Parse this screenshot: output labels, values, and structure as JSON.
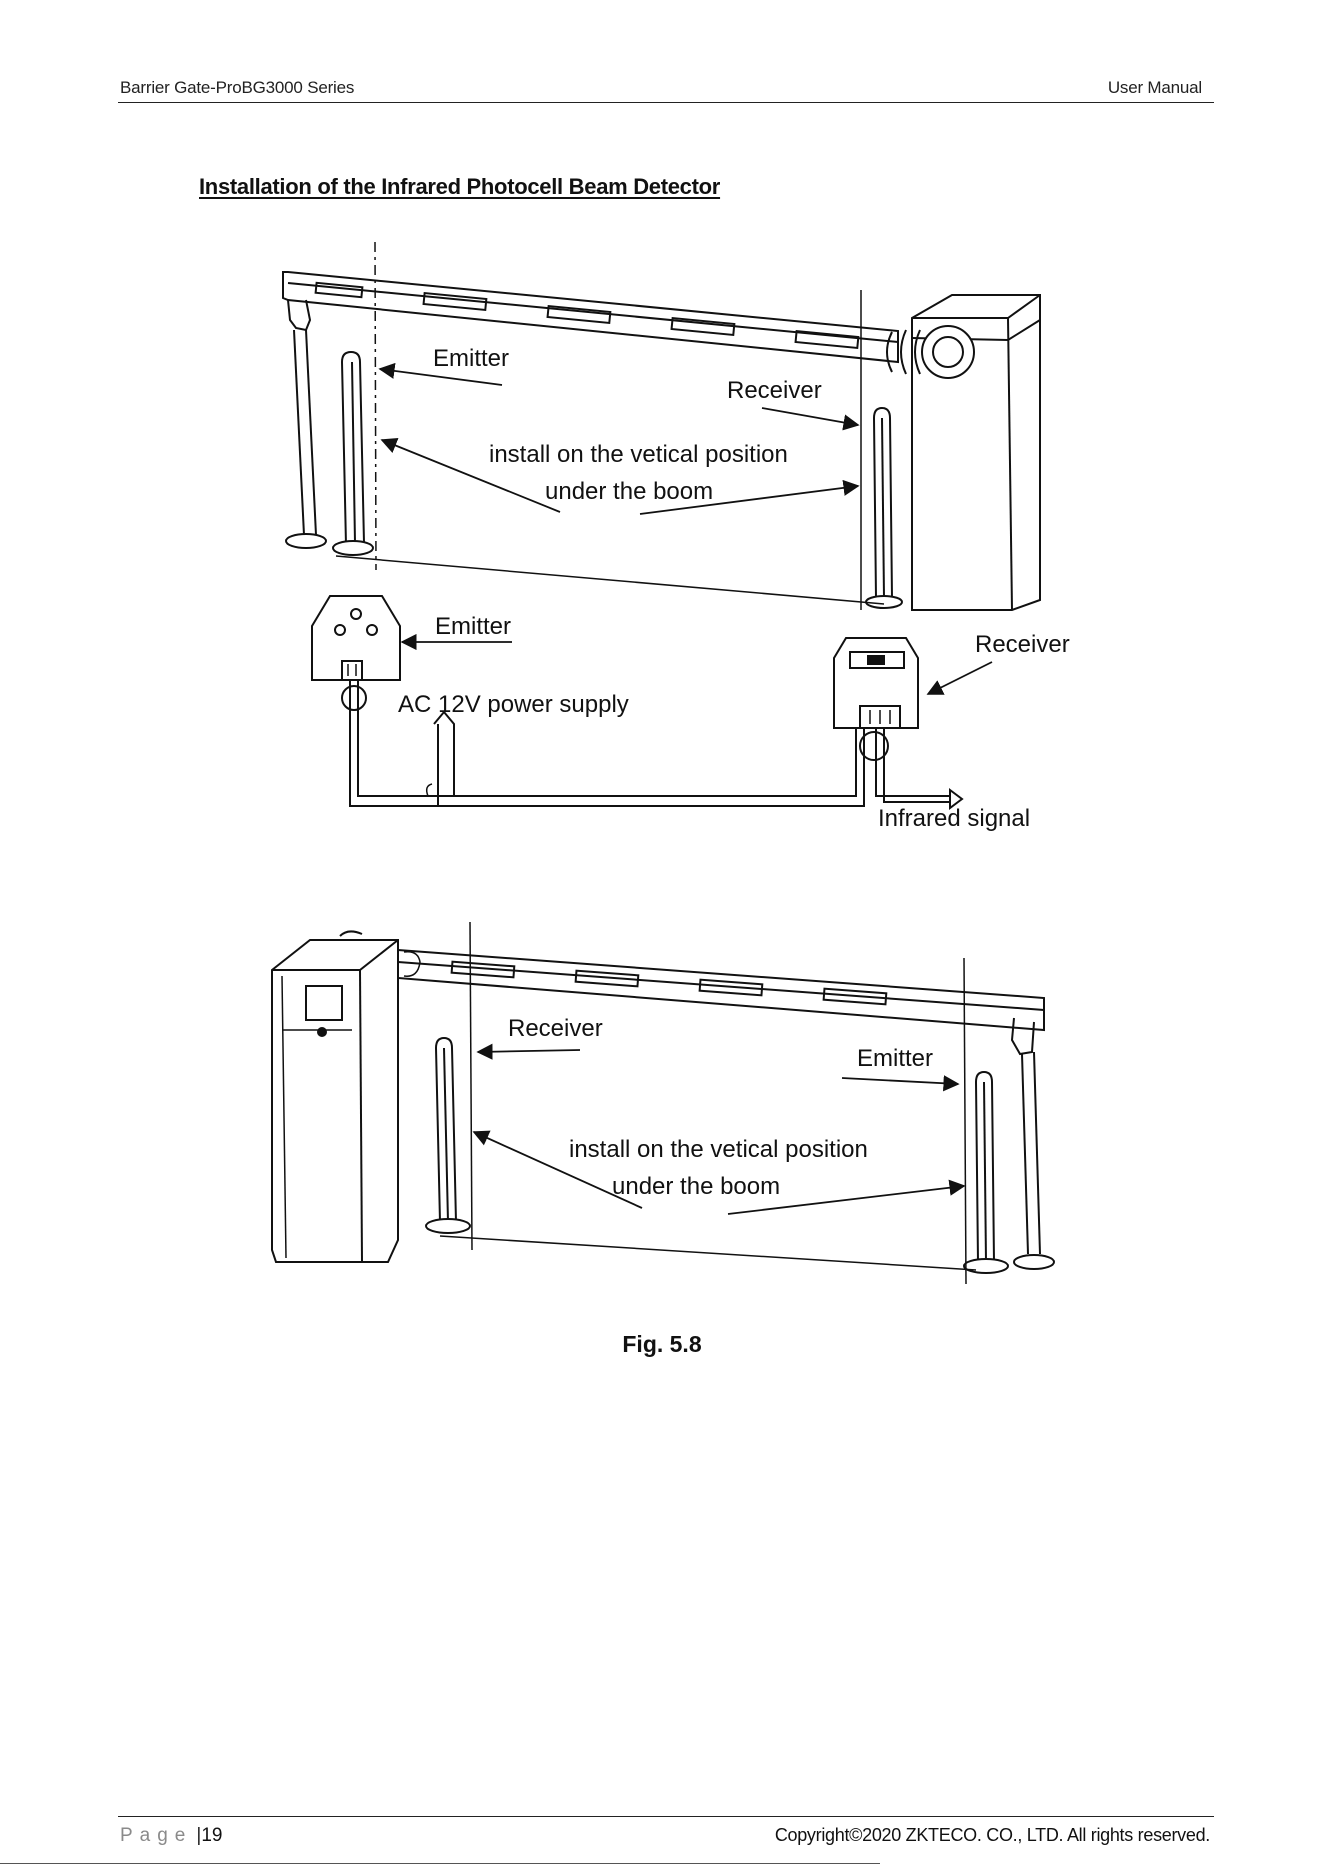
{
  "header": {
    "left": "Barrier Gate-ProBG3000 Series",
    "right": "User Manual"
  },
  "section_title": "Installation of the Infrared Photocell Beam Detector",
  "figure": {
    "top_diagram": {
      "emitter_label": "Emitter",
      "receiver_label": "Receiver",
      "install_line1": "install on the vetical position",
      "install_line2": "under the boom",
      "wiring_emitter_label": "Emitter",
      "wiring_receiver_label": "Receiver",
      "power_label": "AC 12V power supply",
      "signal_label": "Infrared signal"
    },
    "bottom_diagram": {
      "receiver_label": "Receiver",
      "emitter_label": "Emitter",
      "install_line1": "install on the vetical position",
      "install_line2": "under the boom"
    },
    "caption": "Fig. 5.8"
  },
  "footer": {
    "page_word": "Page",
    "separator": "|",
    "page_number": "19",
    "copyright": "Copyright©2020 ZKTECO. CO., LTD. All rights reserved."
  }
}
